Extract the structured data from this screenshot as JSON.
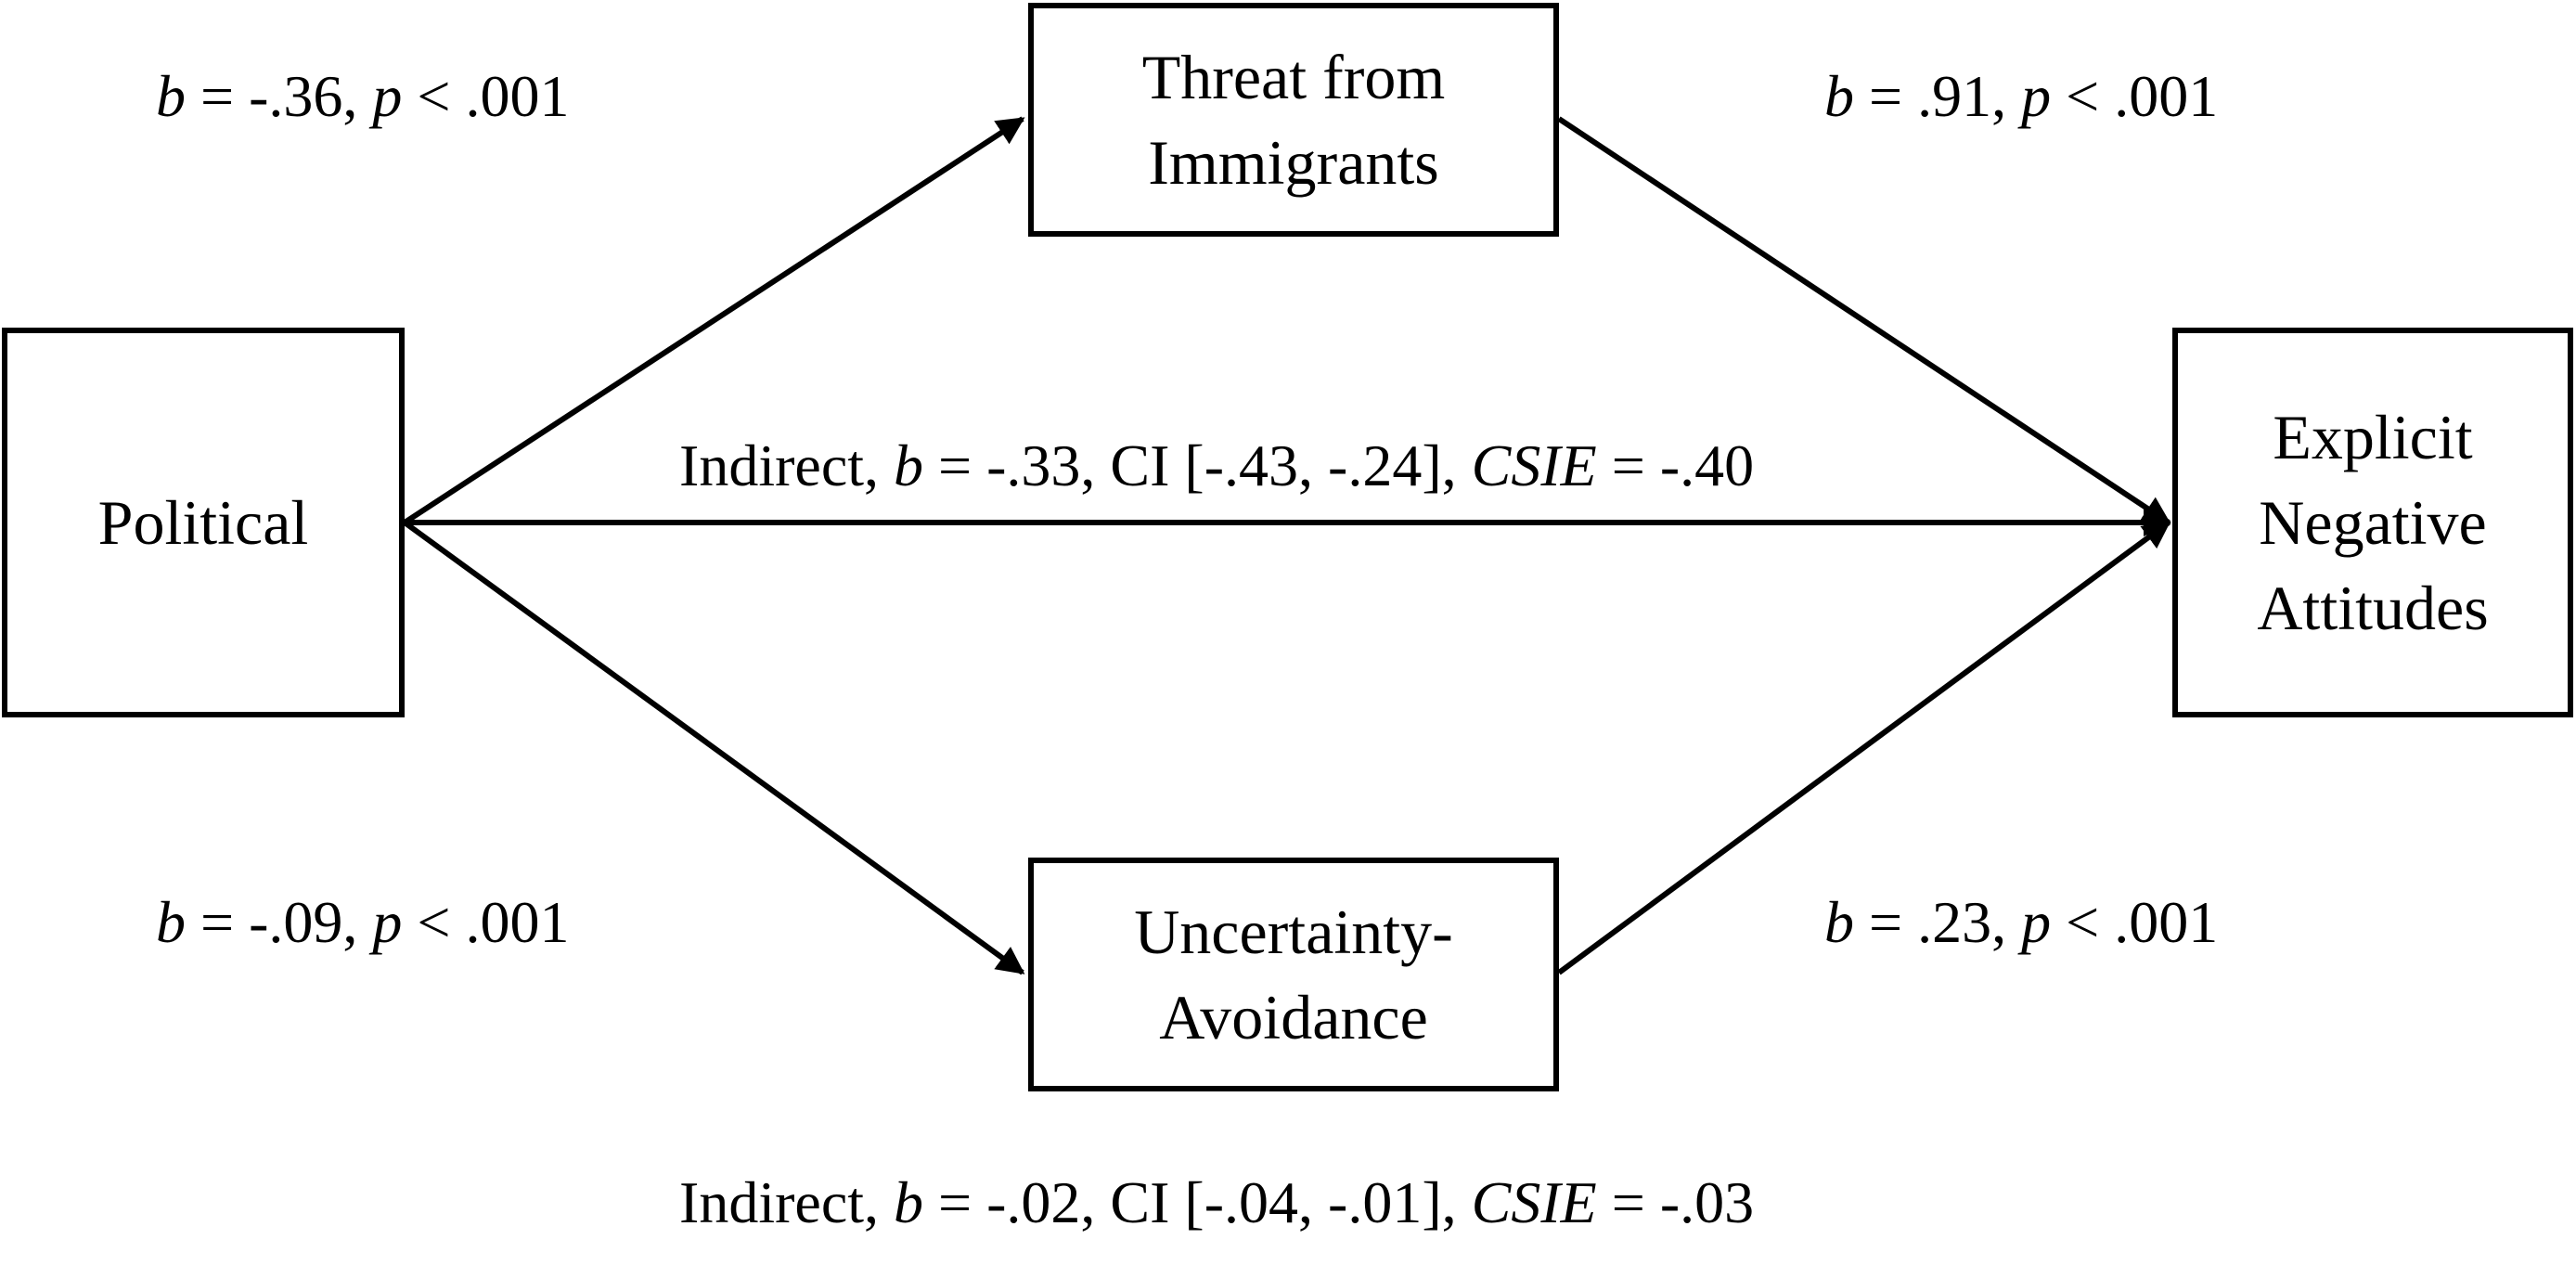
{
  "nodes": {
    "political": {
      "lines": [
        "Political"
      ]
    },
    "threat": {
      "lines": [
        "Threat from",
        "Immigrants"
      ]
    },
    "uncertainty": {
      "lines": [
        "Uncertainty-",
        "Avoidance"
      ]
    },
    "explicit": {
      "lines": [
        "Explicit",
        "Negative",
        "Attitudes"
      ]
    }
  },
  "paths": {
    "political_to_threat": {
      "b_symbol": "b",
      "b_text": " = -.36, ",
      "p_symbol": "p",
      "p_text": " < .001"
    },
    "threat_to_explicit": {
      "b_symbol": "b",
      "b_text": " = .91, ",
      "p_symbol": "p",
      "p_text": " < .001"
    },
    "political_to_uncertainty": {
      "b_symbol": "b",
      "b_text": " = -.09, ",
      "p_symbol": "p",
      "p_text": " < .001"
    },
    "uncertainty_to_explicit": {
      "b_symbol": "b",
      "b_text": " = .23, ",
      "p_symbol": "p",
      "p_text": " < .001"
    }
  },
  "indirect_effects": {
    "threat": {
      "prefix": "Indirect, ",
      "b_symbol": "b",
      "b_text": " = -.33, CI [-.43, -.24], ",
      "csie_symbol": "CSIE",
      "csie_text": " = -.40"
    },
    "uncertainty": {
      "prefix": "Indirect, ",
      "b_symbol": "b",
      "b_text": " = -.02, CI [-.04, -.01], ",
      "csie_symbol": "CSIE",
      "csie_text": " = -.03"
    }
  },
  "colors": {
    "stroke": "#000000",
    "background": "#ffffff"
  }
}
